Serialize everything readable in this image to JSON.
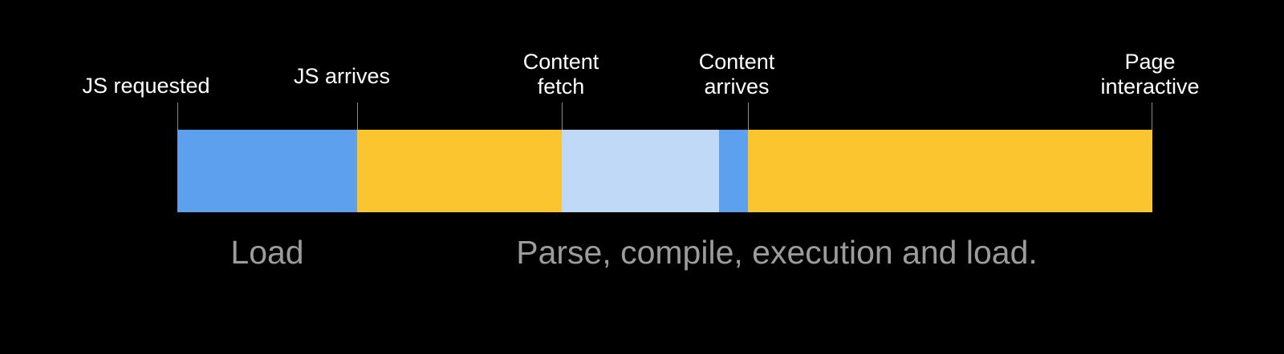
{
  "milestones": [
    {
      "lines": [
        "JS requested"
      ]
    },
    {
      "lines": [
        "JS arrives"
      ]
    },
    {
      "lines": [
        "Content",
        "fetch"
      ]
    },
    {
      "lines": [
        "Content",
        "arrives"
      ]
    },
    {
      "lines": [
        "Page",
        "interactive"
      ]
    }
  ],
  "segments": [
    {
      "kind": "load",
      "color": "#5ca0ee"
    },
    {
      "kind": "parse-compile-execute",
      "color": "#fac52f"
    },
    {
      "kind": "content-fetch",
      "color": "#c0d9f6"
    },
    {
      "kind": "load",
      "color": "#5ca0ee"
    },
    {
      "kind": "parse-compile-execute",
      "color": "#fac52f"
    }
  ],
  "phases": {
    "load_label": "Load",
    "parse_label": "Parse, compile, execution and load."
  }
}
